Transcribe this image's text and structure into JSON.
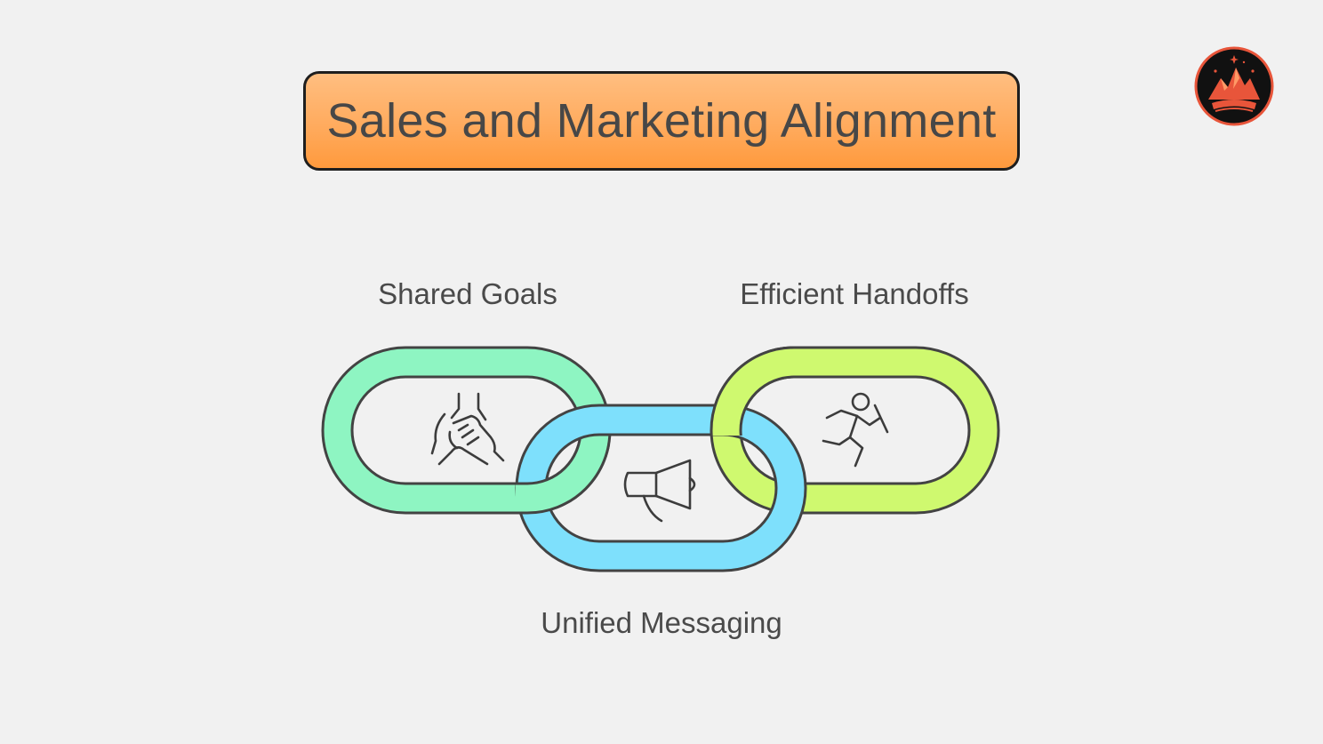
{
  "title": "Sales and Marketing Alignment",
  "links": [
    {
      "label": "Shared Goals",
      "icon": "hands-icon",
      "color": "#8ef5c2"
    },
    {
      "label": "Unified Messaging",
      "icon": "megaphone-icon",
      "color": "#7ee0fc"
    },
    {
      "label": "Efficient Handoffs",
      "icon": "running-person-icon",
      "color": "#cff96f"
    }
  ],
  "colors": {
    "background": "#f1f1f1",
    "title_fill": "#ffab5e",
    "outline": "#434343",
    "logo_ring": "#e8553a"
  }
}
